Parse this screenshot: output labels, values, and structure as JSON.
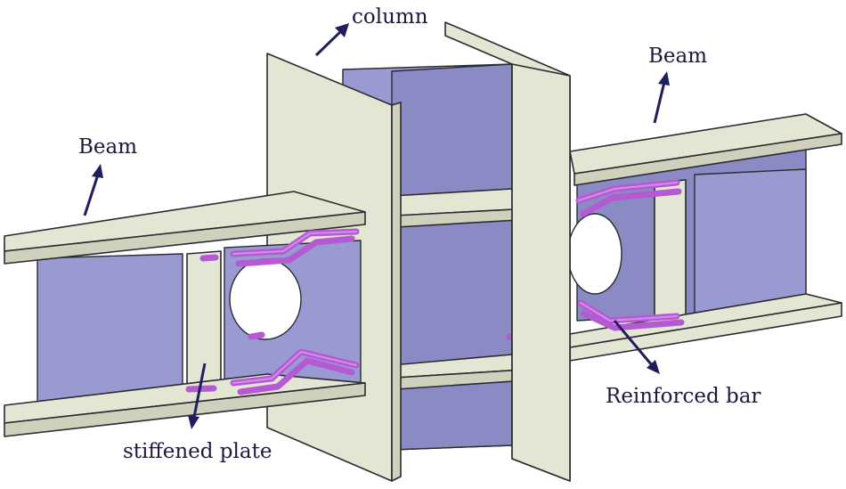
{
  "labels": {
    "column": "column",
    "beam_left": "Beam",
    "beam_right": "Beam",
    "stiffened_plate": "stiffened plate",
    "reinforced_bar": "Reinforced bar"
  },
  "colors": {
    "flange": "#e4e6d4",
    "web": "#9a9ad2",
    "reinforced_bar": "#b45ad2",
    "arrow": "#1e1e5a"
  }
}
